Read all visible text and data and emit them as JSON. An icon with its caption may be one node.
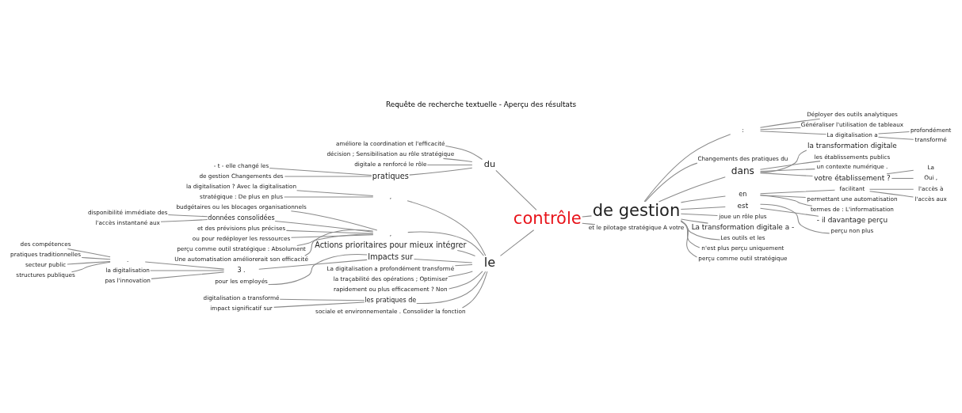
{
  "diagram": {
    "title": "Requête de recherche textuelle - Aperçu des résultats",
    "nodes": [
      {
        "text": [
          "contrôle"
        ]
      },
      {
        "text": [
          "du"
        ]
      },
      {
        "text": [
          "améliore la coordination et l'efficacité"
        ]
      },
      {
        "text": [
          "décision ; Sensibilisation au rôle stratégique"
        ]
      },
      {
        "text": [
          "digitale a renforcé le rôle"
        ]
      },
      {
        "text": [
          "pratiques"
        ]
      },
      {
        "text": [
          "- t - elle changé les"
        ]
      },
      {
        "text": [
          "de gestion Changements des"
        ]
      },
      {
        "text": [
          "le"
        ]
      },
      {
        "text": [
          ","
        ]
      },
      {
        "text": [
          "la digitalisation ? Avec la digitalisation"
        ]
      },
      {
        "text": [
          "stratégique : De plus en plus"
        ]
      },
      {
        "text": [
          ","
        ]
      },
      {
        "text": [
          "budgétaires ou les blocages organisationnels"
        ]
      },
      {
        "text": [
          "données consolidées"
        ]
      },
      {
        "text": [
          "disponibilité immédiate des"
        ]
      },
      {
        "text": [
          "l'accès instantané aux"
        ]
      },
      {
        "text": [
          "et des prévisions plus précises"
        ]
      },
      {
        "text": [
          "ou pour redéployer les ressources"
        ]
      },
      {
        "text": [
          "perçu comme outil stratégique : Absolument"
        ]
      },
      {
        "text": [
          "Une automatisation améliorerait son efficacité"
        ]
      },
      {
        "text": [
          "Actions prioritaires pour mieux intégrer"
        ]
      },
      {
        "text": [
          "Impacts sur"
        ]
      },
      {
        "text": [
          "3 ."
        ]
      },
      {
        "text": [
          "."
        ]
      },
      {
        "text": [
          "des compétences"
        ]
      },
      {
        "text": [
          "pratiques traditionnelles"
        ]
      },
      {
        "text": [
          "secteur public"
        ]
      },
      {
        "text": [
          "structures publiques"
        ]
      },
      {
        "text": [
          "la digitalisation"
        ]
      },
      {
        "text": [
          "pas l'innovation"
        ]
      },
      {
        "text": [
          "pour les employés"
        ]
      },
      {
        "text": [
          "La digitalisation a profondément transformé"
        ]
      },
      {
        "text": [
          "la traçabilité des opérations ; Optimiser"
        ]
      },
      {
        "text": [
          "rapidement ou plus efficacement ? Non"
        ]
      },
      {
        "text": [
          "les pratiques de"
        ]
      },
      {
        "text": [
          "digitalisation a transformé"
        ]
      },
      {
        "text": [
          "impact significatif sur"
        ]
      },
      {
        "text": [
          "sociale et environnementale . Consolider la fonction"
        ]
      },
      {
        "text": [
          "de gestion"
        ]
      },
      {
        "text": [
          ":"
        ]
      },
      {
        "text": [
          "Déployer des outils analytiques"
        ]
      },
      {
        "text": [
          "Généraliser l'utilisation de tableaux"
        ]
      },
      {
        "text": [
          "La digitalisation a"
        ]
      },
      {
        "text": [
          "profondément"
        ]
      },
      {
        "text": [
          "transformé"
        ]
      },
      {
        "text": [
          "Changements des pratiques du"
        ]
      },
      {
        "text": [
          "dans"
        ]
      },
      {
        "text": [
          "la transformation digitale"
        ]
      },
      {
        "text": [
          "les établissements publics"
        ]
      },
      {
        "text": [
          "un contexte numérique ."
        ]
      },
      {
        "text": [
          "votre établissement ?"
        ]
      },
      {
        "text": [
          "La"
        ]
      },
      {
        "text": [
          "Oui ,"
        ]
      },
      {
        "text": [
          "en"
        ]
      },
      {
        "text": [
          "facilitant"
        ]
      },
      {
        "text": [
          "l'accès à"
        ]
      },
      {
        "text": [
          "l'accès aux"
        ]
      },
      {
        "text": [
          "permettant une automatisation"
        ]
      },
      {
        "text": [
          "termes de : L'informatisation"
        ]
      },
      {
        "text": [
          "est"
        ]
      },
      {
        "text": [
          "- il davantage perçu"
        ]
      },
      {
        "text": [
          "perçu non plus"
        ]
      },
      {
        "text": [
          "joue un rôle plus"
        ]
      },
      {
        "text": [
          "La transformation digitale a -"
        ]
      },
      {
        "text": [
          "Les outils et les"
        ]
      },
      {
        "text": [
          "n'est plus perçu uniquement"
        ]
      },
      {
        "text": [
          "perçu comme outil stratégique"
        ]
      },
      {
        "text": [
          "et le pilotage stratégique A votre"
        ]
      }
    ],
    "edges": [
      {
        "from": 1,
        "to": 0,
        "arrow": "none"
      },
      {
        "from": 2,
        "to": 1,
        "arrow": "none"
      },
      {
        "from": 3,
        "to": 1,
        "arrow": "none"
      },
      {
        "from": 4,
        "to": 1,
        "arrow": "none"
      },
      {
        "from": 5,
        "to": 1,
        "arrow": "none"
      },
      {
        "from": 6,
        "to": 5,
        "arrow": "none"
      },
      {
        "from": 7,
        "to": 5,
        "arrow": "none"
      },
      {
        "from": 8,
        "to": 0,
        "arrow": "none"
      },
      {
        "from": 9,
        "to": 8,
        "arrow": "none"
      },
      {
        "from": 10,
        "to": 9,
        "arrow": "none"
      },
      {
        "from": 11,
        "to": 9,
        "arrow": "none"
      },
      {
        "from": 12,
        "to": 8,
        "arrow": "none"
      },
      {
        "from": 13,
        "to": 12,
        "arrow": "none"
      },
      {
        "from": 14,
        "to": 12,
        "arrow": "none"
      },
      {
        "from": 15,
        "to": 14,
        "arrow": "none"
      },
      {
        "from": 16,
        "to": 14,
        "arrow": "none"
      },
      {
        "from": 17,
        "to": 12,
        "arrow": "none"
      },
      {
        "from": 18,
        "to": 12,
        "arrow": "none"
      },
      {
        "from": 19,
        "to": 12,
        "arrow": "none"
      },
      {
        "from": 20,
        "to": 12,
        "arrow": "none"
      },
      {
        "from": 21,
        "to": 8,
        "arrow": "none"
      },
      {
        "from": 22,
        "to": 8,
        "arrow": "none"
      },
      {
        "from": 23,
        "to": 22,
        "arrow": "none"
      },
      {
        "from": 24,
        "to": 23,
        "arrow": "none"
      },
      {
        "from": 25,
        "to": 24,
        "arrow": "none"
      },
      {
        "from": 26,
        "to": 24,
        "arrow": "none"
      },
      {
        "from": 27,
        "to": 24,
        "arrow": "none"
      },
      {
        "from": 28,
        "to": 24,
        "arrow": "none"
      },
      {
        "from": 29,
        "to": 23,
        "arrow": "none"
      },
      {
        "from": 30,
        "to": 23,
        "arrow": "none"
      },
      {
        "from": 31,
        "to": 22,
        "arrow": "none"
      },
      {
        "from": 32,
        "to": 8,
        "arrow": "none"
      },
      {
        "from": 33,
        "to": 8,
        "arrow": "none"
      },
      {
        "from": 34,
        "to": 8,
        "arrow": "none"
      },
      {
        "from": 35,
        "to": 8,
        "arrow": "none"
      },
      {
        "from": 36,
        "to": 35,
        "arrow": "none"
      },
      {
        "from": 37,
        "to": 35,
        "arrow": "none"
      },
      {
        "from": 38,
        "to": 8,
        "arrow": "none"
      },
      {
        "from": 0,
        "to": 39,
        "arrow": "none"
      },
      {
        "from": 39,
        "to": 40,
        "arrow": "none"
      },
      {
        "from": 40,
        "to": 41,
        "arrow": "none"
      },
      {
        "from": 40,
        "to": 42,
        "arrow": "none"
      },
      {
        "from": 40,
        "to": 43,
        "arrow": "none"
      },
      {
        "from": 43,
        "to": 44,
        "arrow": "none"
      },
      {
        "from": 43,
        "to": 45,
        "arrow": "none"
      },
      {
        "from": 39,
        "to": 46,
        "arrow": "none"
      },
      {
        "from": 39,
        "to": 47,
        "arrow": "none"
      },
      {
        "from": 47,
        "to": 48,
        "arrow": "none"
      },
      {
        "from": 47,
        "to": 49,
        "arrow": "none"
      },
      {
        "from": 47,
        "to": 50,
        "arrow": "none"
      },
      {
        "from": 47,
        "to": 51,
        "arrow": "none"
      },
      {
        "from": 51,
        "to": 52,
        "arrow": "none"
      },
      {
        "from": 51,
        "to": 53,
        "arrow": "none"
      },
      {
        "from": 39,
        "to": 54,
        "arrow": "none"
      },
      {
        "from": 54,
        "to": 55,
        "arrow": "none"
      },
      {
        "from": 55,
        "to": 56,
        "arrow": "none"
      },
      {
        "from": 55,
        "to": 57,
        "arrow": "none"
      },
      {
        "from": 54,
        "to": 58,
        "arrow": "none"
      },
      {
        "from": 54,
        "to": 59,
        "arrow": "none"
      },
      {
        "from": 39,
        "to": 60,
        "arrow": "none"
      },
      {
        "from": 60,
        "to": 61,
        "arrow": "none"
      },
      {
        "from": 60,
        "to": 62,
        "arrow": "none"
      },
      {
        "from": 39,
        "to": 63,
        "arrow": "none"
      },
      {
        "from": 39,
        "to": 64,
        "arrow": "none"
      },
      {
        "from": 39,
        "to": 65,
        "arrow": "none"
      },
      {
        "from": 39,
        "to": 66,
        "arrow": "none"
      },
      {
        "from": 39,
        "to": 67,
        "arrow": "none"
      },
      {
        "from": 0,
        "to": 68,
        "arrow": "none"
      }
    ]
  }
}
